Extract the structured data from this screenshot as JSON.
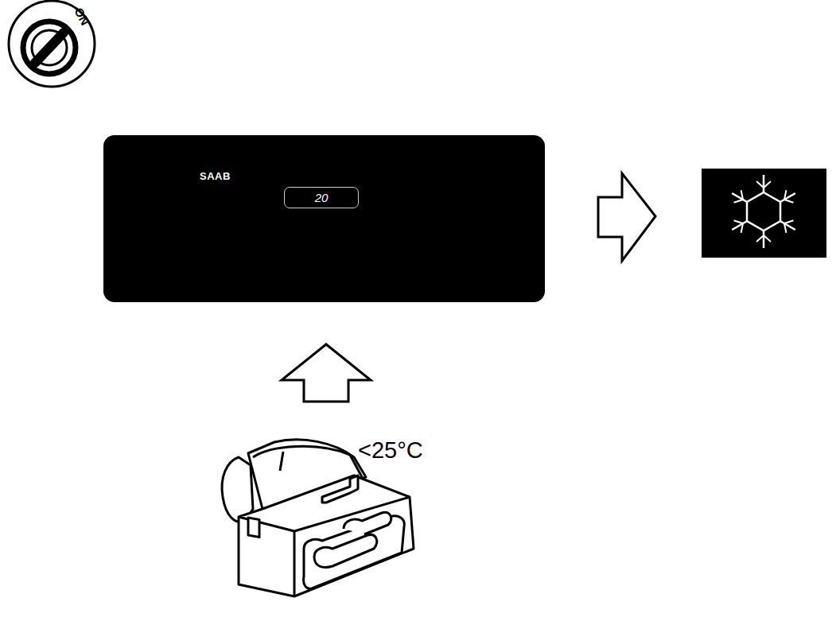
{
  "diagram": {
    "nodes": [
      {
        "text": [
          "SAAB"
        ]
      },
      {
        "text": [
          "20"
        ],
        "in": 0
      }
    ],
    "labels": [
      "ON",
      "<25°C"
    ]
  }
}
